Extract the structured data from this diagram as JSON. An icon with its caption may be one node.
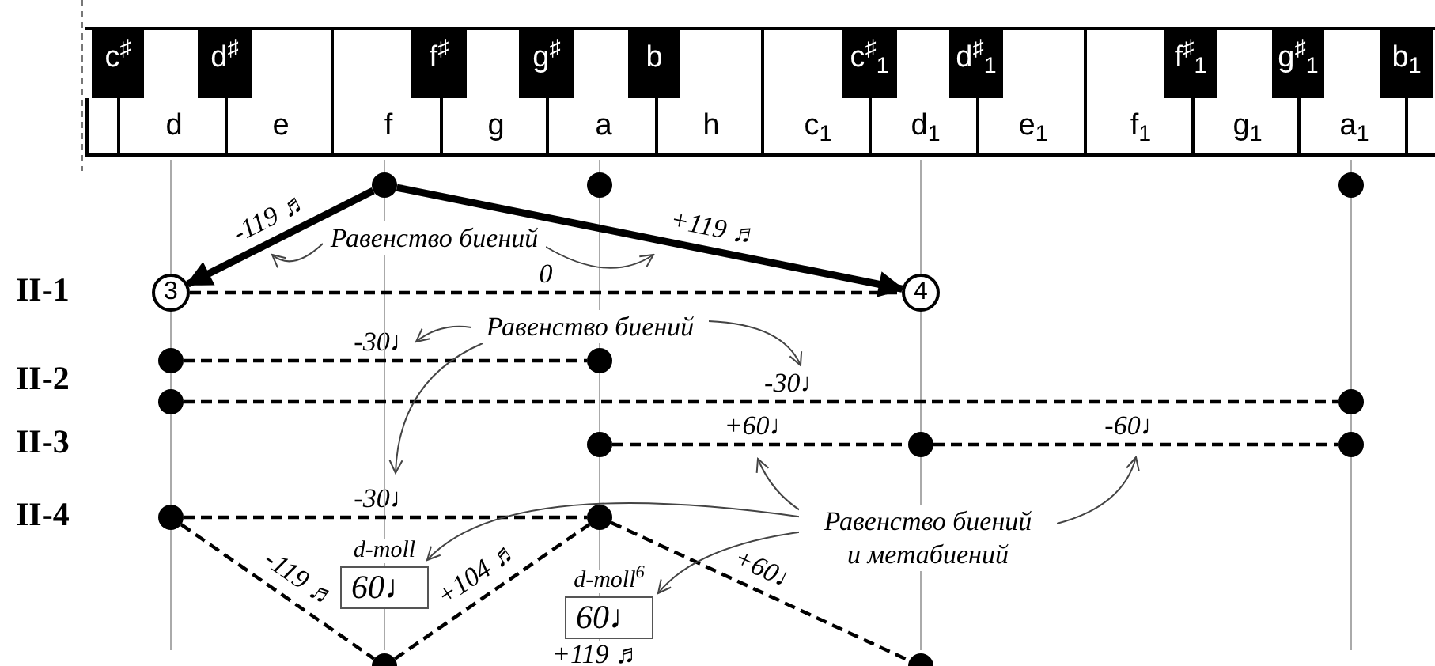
{
  "diagram": {
    "nodes": [
      {
        "text": [
          "c$^{♯}$"
        ]
      },
      {
        "text": [
          "d$^{♯}$"
        ]
      },
      {
        "text": [
          "f$^{♯}$"
        ]
      },
      {
        "text": [
          "g$^{♯}$"
        ]
      },
      {
        "text": [
          "b"
        ]
      },
      {
        "text": [
          "c$^{♯}$$_{1}$"
        ]
      },
      {
        "text": [
          "d$^{♯}$$_{1}$"
        ]
      },
      {
        "text": [
          "f$^{♯}$$_{1}$"
        ]
      },
      {
        "text": [
          "g$^{♯}$$_{1}$"
        ]
      },
      {
        "text": [
          "b$_{1}$"
        ]
      },
      {
        "text": [],
        "shape": "box"
      },
      {
        "text": [
          "d"
        ]
      },
      {
        "text": [
          "e"
        ]
      },
      {
        "text": [
          "f"
        ]
      },
      {
        "text": [
          "g"
        ]
      },
      {
        "text": [
          "a"
        ]
      },
      {
        "text": [
          "h"
        ]
      },
      {
        "text": [
          "c$_{1}$"
        ]
      },
      {
        "text": [
          "d$_{1}$"
        ]
      },
      {
        "text": [
          "e$_{1}$"
        ]
      },
      {
        "text": [
          "f$_{1}$"
        ]
      },
      {
        "text": [
          "g$_{1}$"
        ]
      },
      {
        "text": [
          "a$_{1}$"
        ]
      },
      {
        "text": [],
        "shape": "box"
      },
      {
        "text": [],
        "shape": "circle"
      },
      {
        "text": [],
        "shape": "circle"
      },
      {
        "text": [],
        "shape": "circle"
      },
      {
        "text": [
          "3"
        ]
      },
      {
        "text": [
          "4"
        ]
      },
      {
        "text": [],
        "shape": "circle"
      },
      {
        "text": [],
        "shape": "circle"
      },
      {
        "text": [],
        "shape": "circle"
      },
      {
        "text": [],
        "shape": "circle"
      },
      {
        "text": [],
        "shape": "circle"
      },
      {
        "text": [],
        "shape": "circle"
      },
      {
        "text": [],
        "shape": "circle"
      },
      {
        "text": [],
        "shape": "circle"
      },
      {
        "text": [],
        "shape": "circle"
      },
      {
        "text": [
          "d-moll",
          "60♩"
        ]
      },
      {
        "text": [
          "d-moll$^{6}$",
          "60♩"
        ]
      },
      {
        "text": [],
        "shape": "circle"
      },
      {
        "text": [],
        "shape": "circle"
      },
      {
        "text": [
          "Равенство биений"
        ]
      },
      {
        "text": [
          "Равенство биений"
        ]
      },
      {
        "text": [
          "Равенство биений и метабиений"
        ]
      }
    ],
    "edges": [
      {
        "from": 24,
        "to": 27,
        "arrow": "to",
        "style": "thick",
        "label": "-119 ♬"
      },
      {
        "from": 24,
        "to": 28,
        "arrow": "to",
        "style": "thick",
        "label": "+119 ♬"
      },
      {
        "from": 27,
        "to": 28,
        "arrow": "none",
        "style": "dashed",
        "label": "0"
      },
      {
        "from": 29,
        "to": 30,
        "arrow": "none",
        "style": "dashed",
        "label": "-30♩"
      },
      {
        "from": 31,
        "to": 32,
        "arrow": "none",
        "style": "dashed",
        "label": "-30♩"
      },
      {
        "from": 33,
        "to": 34,
        "arrow": "none",
        "style": "dashed",
        "label": "+60♩"
      },
      {
        "from": 34,
        "to": 35,
        "arrow": "none",
        "style": "dashed",
        "label": "-60♩"
      },
      {
        "from": 36,
        "to": 37,
        "arrow": "none",
        "style": "dashed",
        "label": "-30♩"
      },
      {
        "from": 36,
        "to": 40,
        "arrow": "none",
        "style": "dashed",
        "label": "-119 ♬"
      },
      {
        "from": 40,
        "to": 37,
        "arrow": "none",
        "style": "dashed",
        "label": "+104 ♬"
      },
      {
        "from": 37,
        "to": 41,
        "arrow": "none",
        "style": "dashed",
        "label": "+60♩"
      },
      {
        "from": 42,
        "to": null,
        "arrow": "to",
        "color": "#444444"
      },
      {
        "from": 42,
        "to": null,
        "arrow": "to",
        "color": "#444444"
      },
      {
        "from": 43,
        "to": null,
        "arrow": "to",
        "color": "#444444"
      },
      {
        "from": 43,
        "to": null,
        "arrow": "to",
        "color": "#444444"
      },
      {
        "from": 43,
        "to": null,
        "arrow": "to",
        "color": "#444444"
      },
      {
        "from": 44,
        "to": null,
        "arrow": "to",
        "color": "#444444"
      },
      {
        "from": 44,
        "to": null,
        "arrow": "to",
        "color": "#444444"
      },
      {
        "from": 44,
        "to": 38,
        "arrow": "to",
        "color": "#444444"
      },
      {
        "from": 44,
        "to": 39,
        "arrow": "to",
        "color": "#444444"
      }
    ],
    "labels": [
      "II-1",
      "II-2",
      "II-3",
      "II-4",
      "+119 ♬"
    ]
  }
}
